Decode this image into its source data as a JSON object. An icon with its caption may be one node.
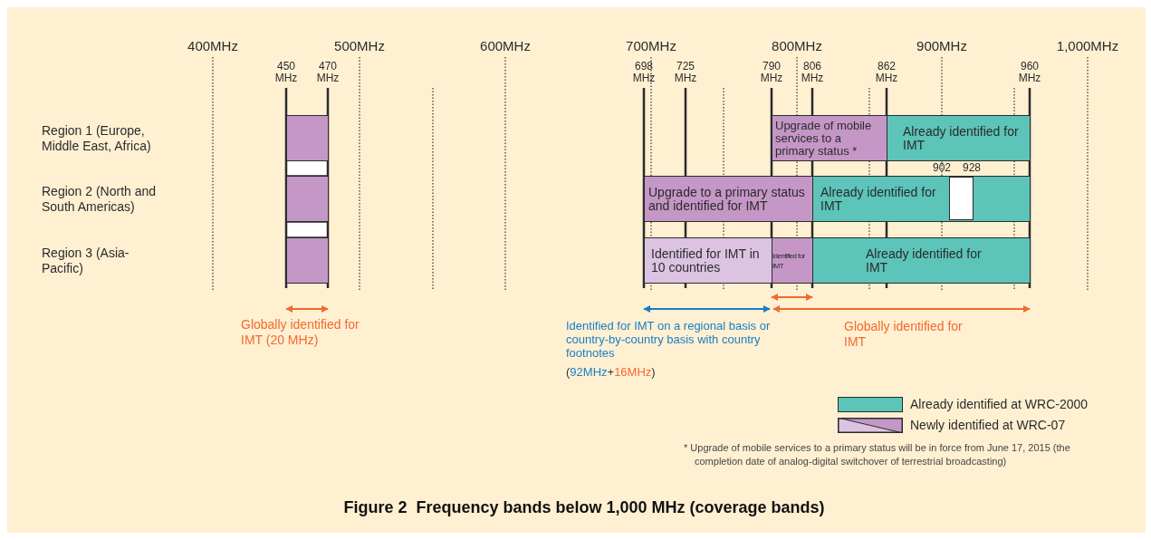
{
  "diagram": {
    "caption": "Figure 2  Frequency bands below 1,000 MHz (coverage bands)",
    "nodes": [
      {
        "text": [],
        "shape": "box"
      },
      {
        "text": [],
        "shape": "box"
      },
      {
        "text": [],
        "shape": "box"
      },
      {
        "text": [
          "Upgrade of mobile services to a primary status *"
        ]
      },
      {
        "text": [
          "Already identified for IMT"
        ]
      },
      {
        "text": [
          "Upgrade to a primary status and identified for IMT"
        ]
      },
      {
        "text": [
          "Already identified for IMT"
        ]
      },
      {
        "text": [],
        "shape": "box",
        "in": 6
      },
      {
        "text": [
          "Identified for IMT in 10 countries"
        ]
      },
      {
        "text": [
          "Identified for IMT"
        ]
      },
      {
        "text": [
          "Already identified for IMT"
        ]
      }
    ],
    "edges": [],
    "labels": [
      "400MHz",
      "500MHz",
      "600MHz",
      "700MHz",
      "800MHz",
      "900MHz",
      "1,000MHz",
      "450 MHz",
      "470 MHz",
      "698 MHz",
      "725 MHz",
      "790 MHz",
      "806 MHz",
      "862 MHz",
      "960 MHz",
      "Region 1 (Europe, Middle East, Africa)",
      "Region 2 (North and South Americas)",
      "Region 3 (Asia-Pacific)",
      "902",
      "928",
      "Globally identified for IMT (20 MHz)",
      "Identified for IMT on a regional basis or country-by-country basis with country footnotes",
      "Globally identified for IMT",
      "(92MHz+16MHz)",
      "* Upgrade of mobile services to a primary status will be in force from June 17, 2015 (the completion date of analog-digital switchover of terrestrial broadcasting)"
    ],
    "legend": [
      {
        "text": "Already identified at WRC-2000",
        "color": "#5cc4b8"
      },
      {
        "text": "Newly identified at WRC-07"
      }
    ]
  }
}
